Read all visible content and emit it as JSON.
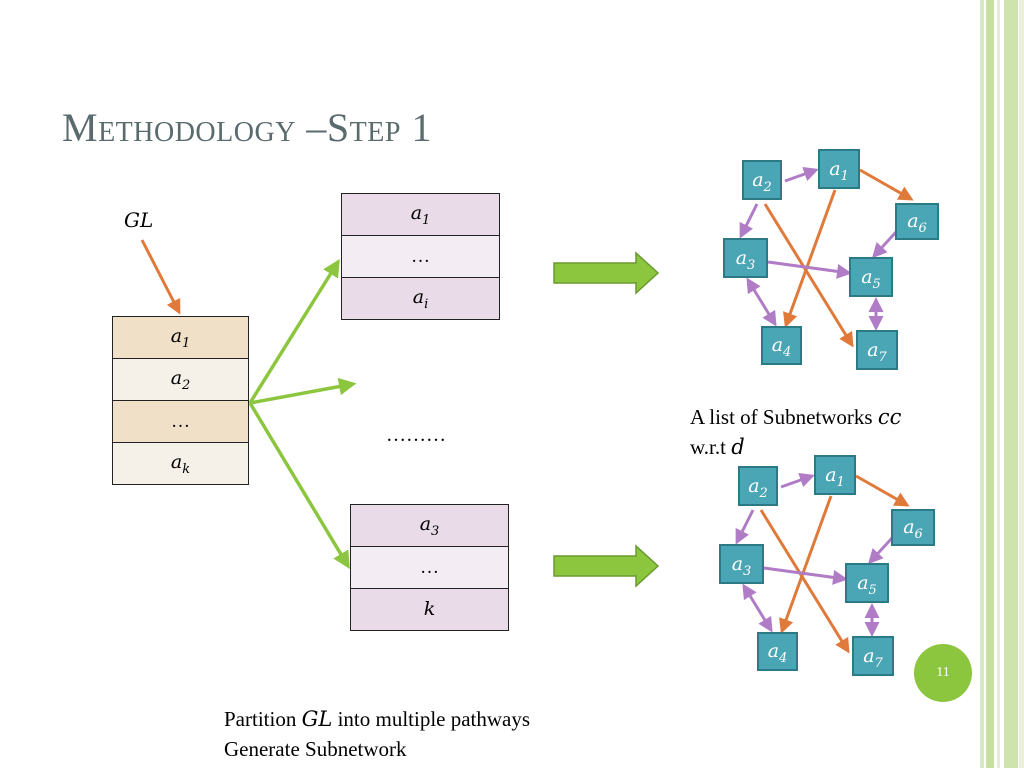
{
  "slide": {
    "title": "Methodology –Step 1",
    "page_number": "11",
    "gl_label": "GL",
    "dots_label": "………",
    "subnetworks_caption_line1": "A list of Subnetworks",
    "subnetworks_caption_cc": "cc",
    "subnetworks_caption_line2": "w.r.t",
    "subnetworks_caption_d": "d",
    "bottom_line1_pre": "Partition",
    "bottom_line1_gl": "GL",
    "bottom_line1_post": "into multiple pathways",
    "bottom_line2": "Generate Subnetwork"
  },
  "gl_table": [
    {
      "base": "a",
      "sub": "1"
    },
    {
      "base": "a",
      "sub": "2"
    },
    {
      "base": "…",
      "sub": ""
    },
    {
      "base": "a",
      "sub": "k"
    }
  ],
  "pathway_top": [
    {
      "base": "a",
      "sub": "1"
    },
    {
      "base": "…",
      "sub": ""
    },
    {
      "base": "a",
      "sub": "i"
    }
  ],
  "pathway_bottom": [
    {
      "base": "a",
      "sub": "3"
    },
    {
      "base": "…",
      "sub": ""
    },
    {
      "base": "k",
      "sub": ""
    }
  ],
  "network_nodes": [
    {
      "base": "a",
      "sub": "2"
    },
    {
      "base": "a",
      "sub": "1"
    },
    {
      "base": "a",
      "sub": "6"
    },
    {
      "base": "a",
      "sub": "3"
    },
    {
      "base": "a",
      "sub": "5"
    },
    {
      "base": "a",
      "sub": "4"
    },
    {
      "base": "a",
      "sub": "7"
    }
  ],
  "colors": {
    "node_fill": "#4aa5b5",
    "node_stroke": "#2c7a86",
    "edge_purple": "#b07cc6",
    "edge_orange": "#e07a3a",
    "arrow_green": "#8cc63f",
    "block_arrow_green": "#7ab330",
    "title_gray": "#5a6b6e"
  }
}
